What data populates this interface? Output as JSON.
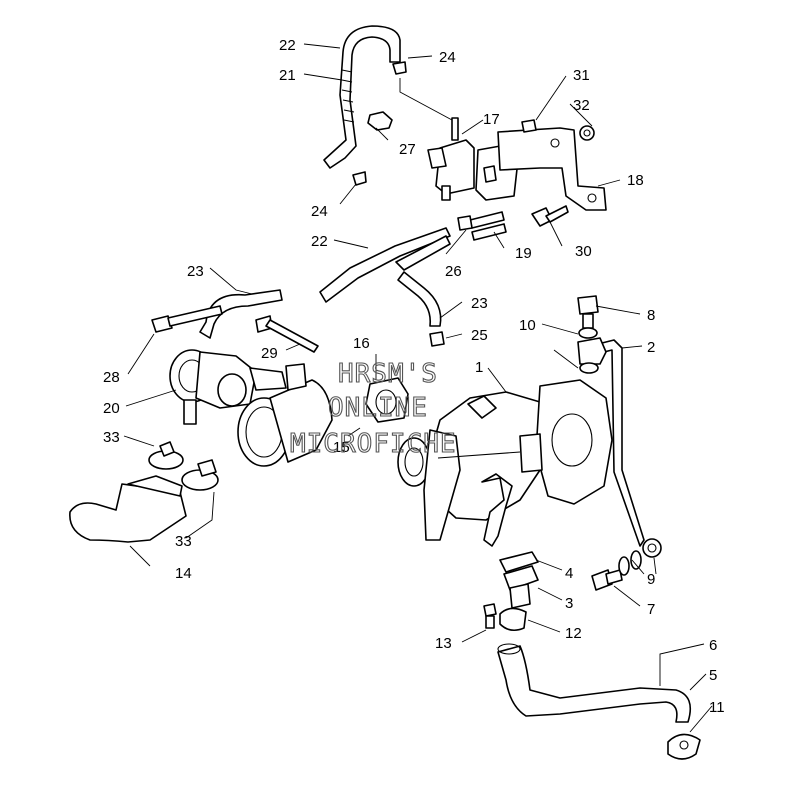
{
  "watermark": {
    "line1": "HRSM'S",
    "line2": "ONLINE",
    "line3": "MICROFICHE"
  },
  "callouts": {
    "c1": "1",
    "c2": "2",
    "c3": "3",
    "c4": "4",
    "c5": "5",
    "c6": "6",
    "c7": "7",
    "c8": "8",
    "c9": "9",
    "c10": "10",
    "c11": "11",
    "c12": "12",
    "c13": "13",
    "c14": "14",
    "c15": "15",
    "c16": "16",
    "c17": "17",
    "c18": "18",
    "c19": "19",
    "c20": "20",
    "c21": "21",
    "c22a": "22",
    "c22b": "22",
    "c23a": "23",
    "c23b": "23",
    "c24a": "24",
    "c24b": "24",
    "c25": "25",
    "c26": "26",
    "c27": "27",
    "c28": "28",
    "c29": "29",
    "c30": "30",
    "c31": "31",
    "c32": "32",
    "c33a": "33",
    "c33b": "33"
  }
}
